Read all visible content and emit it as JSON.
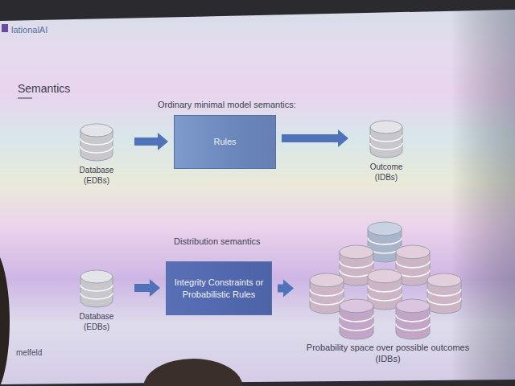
{
  "diagram": {
    "title": "Semantics",
    "nodes": [
      {
        "text": [
          "Database (EDBs)"
        ]
      },
      {
        "text": [
          "Rules"
        ]
      },
      {
        "text": [
          "Outcome (IDBs)"
        ]
      },
      {
        "text": [
          "Database (EDBs)"
        ]
      },
      {
        "text": [
          "Integrity Constraints or Probabilistic Rules"
        ]
      },
      {
        "text": [
          "Probability space over possible outcomes (IDBs)"
        ]
      }
    ],
    "edges": [
      {
        "from": 0,
        "to": 1,
        "arrow": "to"
      },
      {
        "from": 1,
        "to": 2,
        "arrow": "to"
      },
      {
        "from": 3,
        "to": 4,
        "arrow": "to"
      },
      {
        "from": 4,
        "to": 5,
        "arrow": "to"
      }
    ],
    "labels": [
      "lationalAI",
      "Ordinary minimal model semantics:",
      "Distribution semantics",
      "melfeld"
    ]
  }
}
